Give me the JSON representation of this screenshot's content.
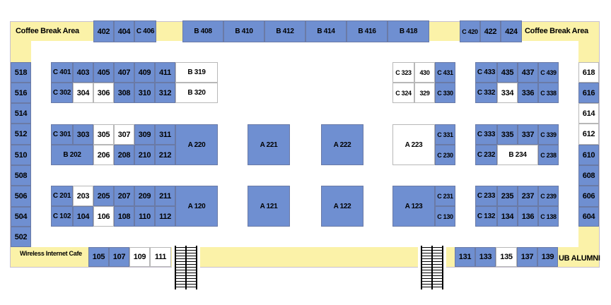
{
  "labels": {
    "coffee_left": "Coffee Break Area",
    "coffee_right": "Coffee Break Area",
    "wifi": "Wireless Internet Cafe",
    "alumni": "UB ALUMNI"
  },
  "booths": [
    {
      "text": "402",
      "v": 1
    },
    {
      "text": "404",
      "v": 1
    },
    {
      "text": "C 406",
      "v": 1
    },
    {
      "text": "B 408",
      "v": 1
    },
    {
      "text": "B 410",
      "v": 1
    },
    {
      "text": "B 412",
      "v": 1
    },
    {
      "text": "B 414",
      "v": 1
    },
    {
      "text": "B 416",
      "v": 1
    },
    {
      "text": "B 418",
      "v": 1
    },
    {
      "text": "C 420",
      "v": 1
    },
    {
      "text": "422",
      "v": 1
    },
    {
      "text": "424",
      "v": 1
    },
    {
      "text": "518",
      "v": 1
    },
    {
      "text": "516",
      "v": 1
    },
    {
      "text": "514",
      "v": 1
    },
    {
      "text": "512",
      "v": 1
    },
    {
      "text": "510",
      "v": 1
    },
    {
      "text": "508",
      "v": 1
    },
    {
      "text": "506",
      "v": 1
    },
    {
      "text": "504",
      "v": 1
    },
    {
      "text": "502",
      "v": 1
    },
    {
      "text": "618",
      "v": 0
    },
    {
      "text": "616",
      "v": 1
    },
    {
      "text": "614",
      "v": 0
    },
    {
      "text": "612",
      "v": 0
    },
    {
      "text": "610",
      "v": 1
    },
    {
      "text": "608",
      "v": 1
    },
    {
      "text": "606",
      "v": 1
    },
    {
      "text": "604",
      "v": 1
    },
    {
      "text": "C 401",
      "v": 1
    },
    {
      "text": "403",
      "v": 1
    },
    {
      "text": "405",
      "v": 1
    },
    {
      "text": "407",
      "v": 1
    },
    {
      "text": "409",
      "v": 1
    },
    {
      "text": "411",
      "v": 1
    },
    {
      "text": "B 319",
      "v": 0
    },
    {
      "text": "C 302",
      "v": 1
    },
    {
      "text": "304",
      "v": 0
    },
    {
      "text": "306",
      "v": 0
    },
    {
      "text": "308",
      "v": 1
    },
    {
      "text": "310",
      "v": 1
    },
    {
      "text": "312",
      "v": 1
    },
    {
      "text": "B 320",
      "v": 0
    },
    {
      "text": "C 301",
      "v": 1
    },
    {
      "text": "303",
      "v": 1
    },
    {
      "text": "305",
      "v": 0
    },
    {
      "text": "307",
      "v": 0
    },
    {
      "text": "309",
      "v": 1
    },
    {
      "text": "311",
      "v": 1
    },
    {
      "text": "A 220",
      "v": 1
    },
    {
      "text": "B 202",
      "v": 1
    },
    {
      "text": "206",
      "v": 0
    },
    {
      "text": "208",
      "v": 1
    },
    {
      "text": "210",
      "v": 1
    },
    {
      "text": "212",
      "v": 1
    },
    {
      "text": "C 201",
      "v": 1
    },
    {
      "text": "203",
      "v": 0
    },
    {
      "text": "205",
      "v": 1
    },
    {
      "text": "207",
      "v": 1
    },
    {
      "text": "209",
      "v": 1
    },
    {
      "text": "211",
      "v": 1
    },
    {
      "text": "A 120",
      "v": 1
    },
    {
      "text": "C 102",
      "v": 1
    },
    {
      "text": "104",
      "v": 1
    },
    {
      "text": "106",
      "v": 0
    },
    {
      "text": "108",
      "v": 1
    },
    {
      "text": "110",
      "v": 1
    },
    {
      "text": "112",
      "v": 1
    },
    {
      "text": "A 221",
      "v": 1
    },
    {
      "text": "A 222",
      "v": 1
    },
    {
      "text": "A 121",
      "v": 1
    },
    {
      "text": "A 122",
      "v": 1
    },
    {
      "text": "C 323",
      "v": 0
    },
    {
      "text": "430",
      "v": 0
    },
    {
      "text": "C 431",
      "v": 1
    },
    {
      "text": "C 324",
      "v": 0
    },
    {
      "text": "329",
      "v": 0
    },
    {
      "text": "C 330",
      "v": 1
    },
    {
      "text": "A 223",
      "v": 0
    },
    {
      "text": "C 331",
      "v": 1
    },
    {
      "text": "C 230",
      "v": 1
    },
    {
      "text": "A 123",
      "v": 1
    },
    {
      "text": "C 231",
      "v": 1
    },
    {
      "text": "C 130",
      "v": 1
    },
    {
      "text": "C 433",
      "v": 1
    },
    {
      "text": "435",
      "v": 1
    },
    {
      "text": "437",
      "v": 1
    },
    {
      "text": "C 439",
      "v": 1
    },
    {
      "text": "C 332",
      "v": 1
    },
    {
      "text": "334",
      "v": 0
    },
    {
      "text": "336",
      "v": 1
    },
    {
      "text": "C 338",
      "v": 1
    },
    {
      "text": "C 333",
      "v": 1
    },
    {
      "text": "335",
      "v": 1
    },
    {
      "text": "337",
      "v": 1
    },
    {
      "text": "C 339",
      "v": 1
    },
    {
      "text": "C 232",
      "v": 1
    },
    {
      "text": "B 234",
      "v": 0
    },
    {
      "text": "C 238",
      "v": 1
    },
    {
      "text": "C 233",
      "v": 1
    },
    {
      "text": "235",
      "v": 1
    },
    {
      "text": "237",
      "v": 1
    },
    {
      "text": "C 239",
      "v": 1
    },
    {
      "text": "C 132",
      "v": 1
    },
    {
      "text": "134",
      "v": 1
    },
    {
      "text": "136",
      "v": 1
    },
    {
      "text": "C 138",
      "v": 1
    },
    {
      "text": "105",
      "v": 1
    },
    {
      "text": "107",
      "v": 1
    },
    {
      "text": "109",
      "v": 0
    },
    {
      "text": "111",
      "v": 0
    },
    {
      "text": "131",
      "v": 1
    },
    {
      "text": "133",
      "v": 1
    },
    {
      "text": "135",
      "v": 0
    },
    {
      "text": "137",
      "v": 1
    },
    {
      "text": "139",
      "v": 1
    }
  ]
}
